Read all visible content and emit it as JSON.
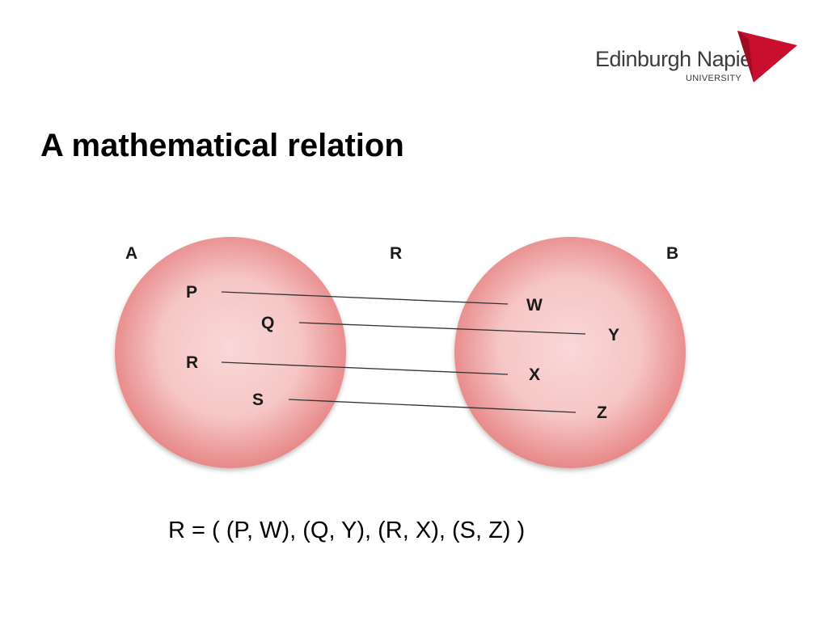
{
  "logo": {
    "name": "Edinburgh Napier",
    "subtitle": "UNIVERSITY",
    "flag_color": "#c8102e"
  },
  "title": "A mathematical relation",
  "diagram": {
    "set_a": {
      "label": "A",
      "elements": [
        "P",
        "Q",
        "R",
        "S"
      ]
    },
    "set_b": {
      "label": "B",
      "elements": [
        "W",
        "Y",
        "X",
        "Z"
      ]
    },
    "relation_label": "R",
    "mappings": [
      {
        "from": "P",
        "to": "W"
      },
      {
        "from": "Q",
        "to": "Y"
      },
      {
        "from": "R",
        "to": "X"
      },
      {
        "from": "S",
        "to": "Z"
      }
    ],
    "circle_color": "#eb8a8a"
  },
  "formula": "R = ( (P, W), (Q, Y), (R, X), (S, Z) )"
}
